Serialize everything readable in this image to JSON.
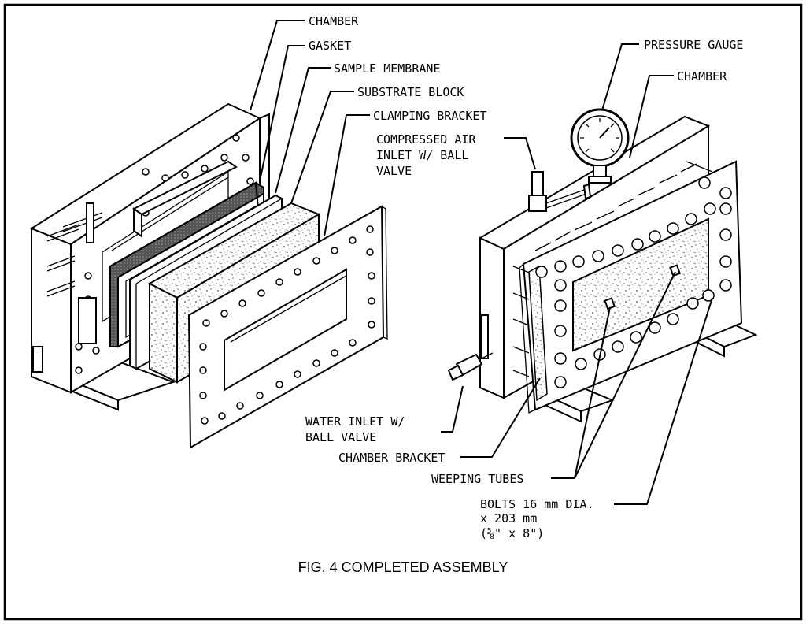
{
  "left_labels": {
    "chamber": "CHAMBER",
    "gasket": "GASKET",
    "sample_membrane": "SAMPLE MEMBRANE",
    "substrate_block": "SUBSTRATE BLOCK",
    "clamping_bracket": "CLAMPING BRACKET"
  },
  "right_labels": {
    "pressure_gauge": "PRESSURE GAUGE",
    "chamber": "CHAMBER",
    "compressed_air_1": "COMPRESSED AIR",
    "compressed_air_2": "INLET W/ BALL",
    "compressed_air_3": "VALVE",
    "water_inlet_1": "WATER INLET W/",
    "water_inlet_2": "BALL VALVE",
    "chamber_bracket": "CHAMBER BRACKET",
    "weeping_tubes": "WEEPING TUBES",
    "bolts_1": "BOLTS 16 mm DIA.",
    "bolts_2": "x 203 mm",
    "bolts_3": "(⅝\" x 8\")"
  },
  "caption": "FIG. 4  COMPLETED ASSEMBLY",
  "colors": {
    "line": "#000000",
    "background": "#ffffff",
    "membrane": "#555555",
    "speckle": "#9a9a9a"
  }
}
